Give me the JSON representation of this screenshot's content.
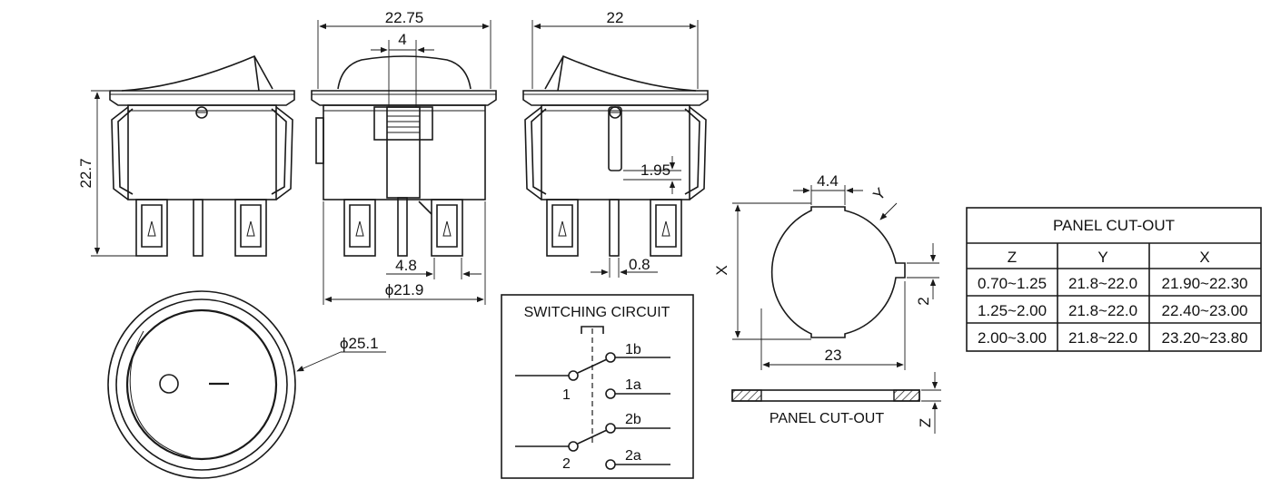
{
  "dimensions": {
    "front_width": "22.75",
    "front_pin_width": "4",
    "side_width": "22",
    "height": "22.7",
    "pin_offset": "1.95",
    "terminal_spacing": "4.8",
    "body_diameter": "ϕ21.9",
    "pin_thickness": "0.8",
    "bezel_diameter": "ϕ25.1"
  },
  "rocker_symbols": {
    "off": "O",
    "on": "I"
  },
  "switching_circuit": {
    "title": "SWITCHING CIRCUIT",
    "contacts": [
      "1b",
      "1a",
      "2b",
      "2a"
    ],
    "commons": [
      "1",
      "2"
    ]
  },
  "cutout_drawing": {
    "key_width": "4.4",
    "corner_label": "Y",
    "height_label": "X",
    "width_label": "23",
    "notch_label": "2",
    "thickness_label": "Z",
    "caption": "PANEL CUT-OUT"
  },
  "cutout_table": {
    "title": "PANEL CUT-OUT",
    "headers": [
      "Z",
      "Y",
      "X"
    ],
    "rows": [
      [
        "0.70~1.25",
        "21.8~22.0",
        "21.90~22.30"
      ],
      [
        "1.25~2.00",
        "21.8~22.0",
        "22.40~23.00"
      ],
      [
        "2.00~3.00",
        "21.8~22.0",
        "23.20~23.80"
      ]
    ]
  }
}
